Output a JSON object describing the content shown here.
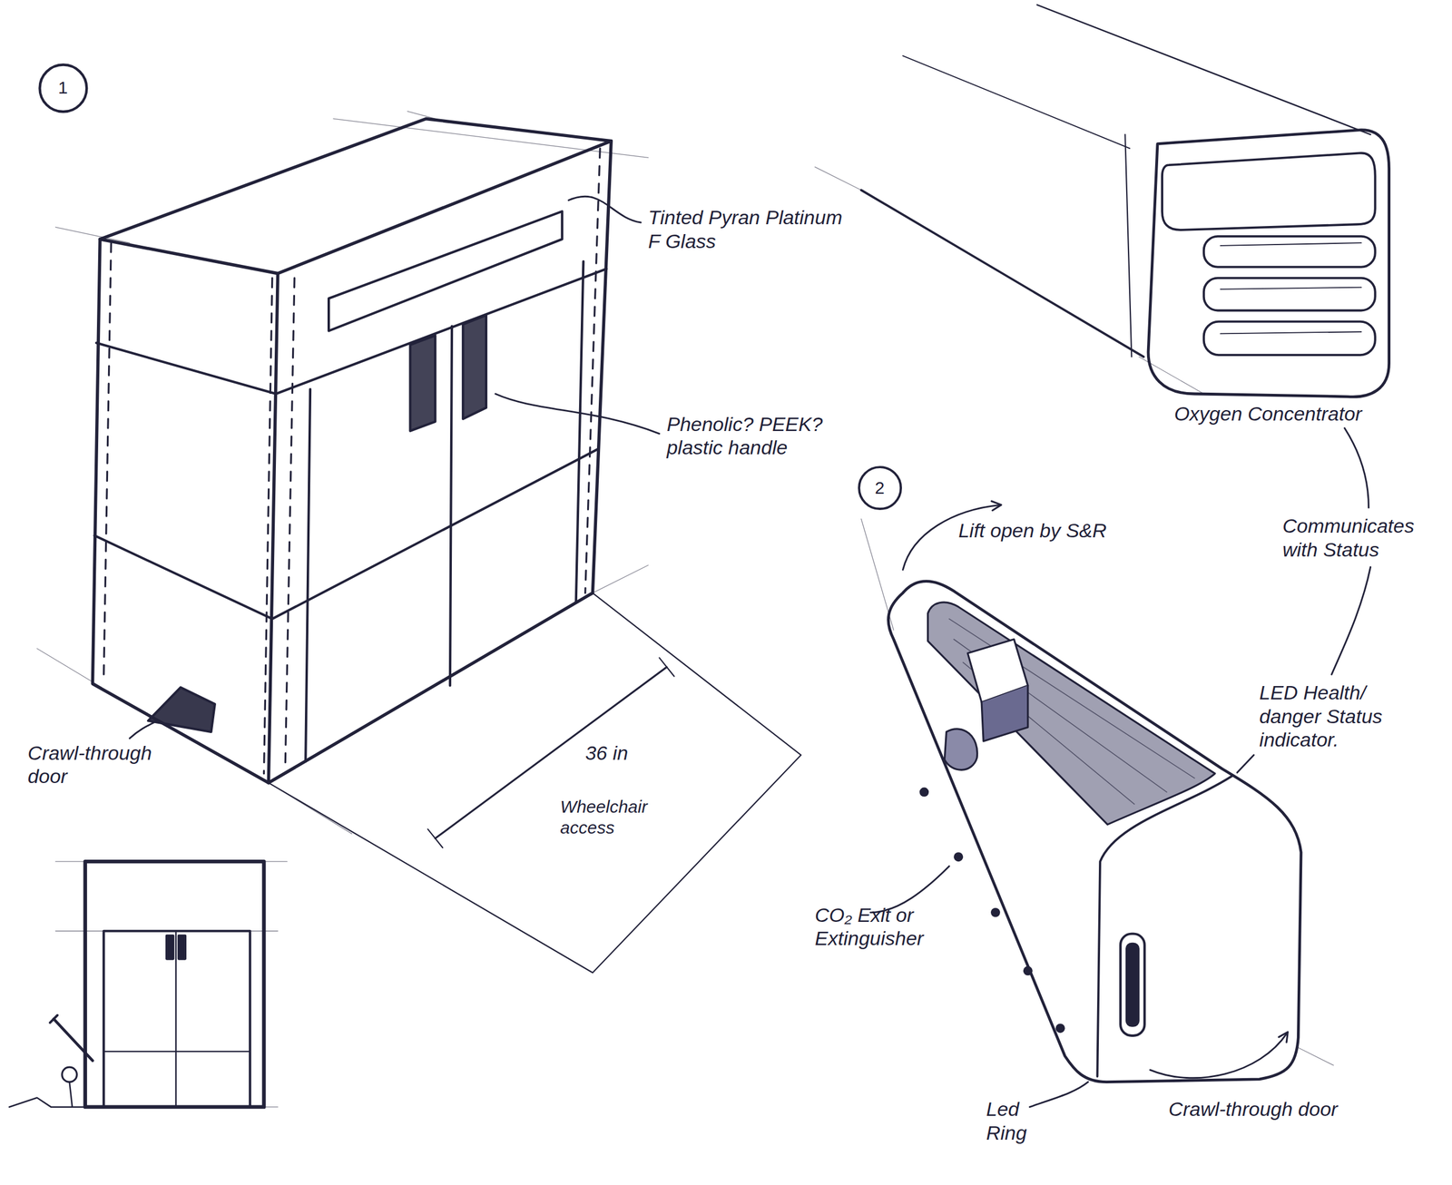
{
  "diagram": {
    "nodes": [
      {
        "text": [
          "1"
        ]
      },
      {
        "text": [
          "2"
        ]
      }
    ],
    "labels": [
      "Tinted Pyran Platinum F Glass",
      "Phenolic? PEEK?plastic handle",
      "Crawl-through door",
      "36 in",
      "Wheelchair access",
      "Oxygen Concentrator",
      "Communicates with Status",
      "Lift open by S&R",
      "LED Health/ danger Status indicator.",
      "CO₂ Exit or Extinguisher",
      "Led Ring",
      "Crawl-through door"
    ]
  }
}
